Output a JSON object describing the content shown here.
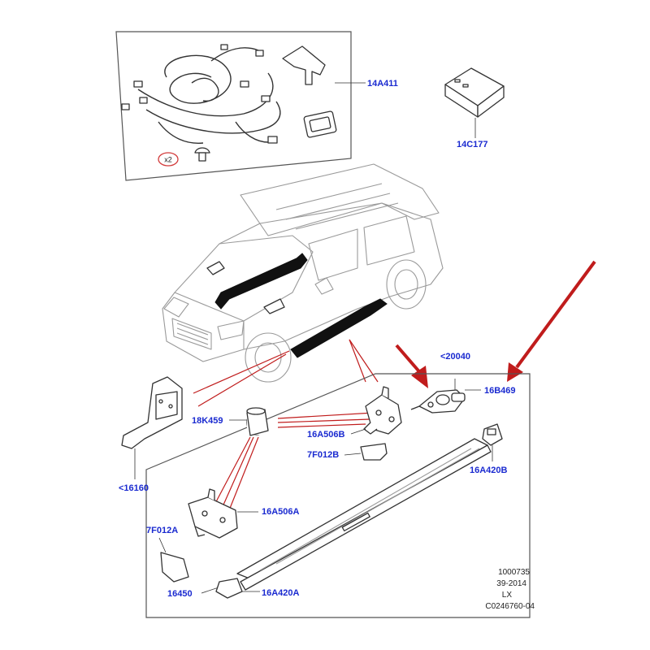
{
  "colors": {
    "label": "#1a2ad0",
    "highlight": "#c01c1c",
    "outline": "#333333",
    "badge": "#d23a3a"
  },
  "labels": {
    "harness_kit": "14A411",
    "control_module": "14C177",
    "quantity_badge": "x2",
    "motor_assembly": "<20040",
    "motor": "16B469",
    "bushing": "18K459",
    "rear_bracket_upper": "16A506B",
    "rear_cover_upper": "7F012B",
    "end_cap_rear": "16A420B",
    "front_trim_panel": "<16160",
    "front_bracket_lower": "16A506A",
    "front_cover_lower": "7F012A",
    "running_board": "16450",
    "end_cap_front": "16A420A"
  },
  "reference": {
    "line1": "1000735",
    "line2": "39-2014",
    "line3": "LX",
    "line4": "C0246760-04"
  },
  "icons": [
    "wiring-harness-icon",
    "control-module-icon",
    "clip-icon",
    "bracket-icon",
    "motor-icon",
    "arrow-icon"
  ]
}
